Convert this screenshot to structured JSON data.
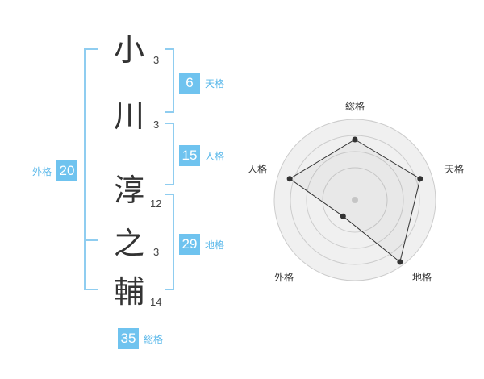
{
  "name": {
    "chars": [
      {
        "char": "小",
        "strokes": "3"
      },
      {
        "char": "川",
        "strokes": "3"
      },
      {
        "char": "淳",
        "strokes": "12"
      },
      {
        "char": "之",
        "strokes": "3"
      },
      {
        "char": "輔",
        "strokes": "14"
      }
    ]
  },
  "fortune": {
    "tenkaku": {
      "value": "6",
      "label": "天格"
    },
    "jinkaku": {
      "value": "15",
      "label": "人格"
    },
    "chikaku": {
      "value": "29",
      "label": "地格"
    },
    "gaikaku": {
      "value": "20",
      "label": "外格"
    },
    "soukaku": {
      "value": "35",
      "label": "総格"
    }
  },
  "chart_data": {
    "type": "radar",
    "axes": [
      "総格",
      "天格",
      "地格",
      "外格",
      "人格"
    ],
    "values": [
      0.75,
      0.85,
      0.95,
      0.25,
      0.85
    ],
    "range": [
      0,
      1
    ],
    "colors": {
      "fill": "#f0f0f0",
      "stroke": "#333333",
      "grid": "#cccccc",
      "center": "#cccccc"
    }
  }
}
